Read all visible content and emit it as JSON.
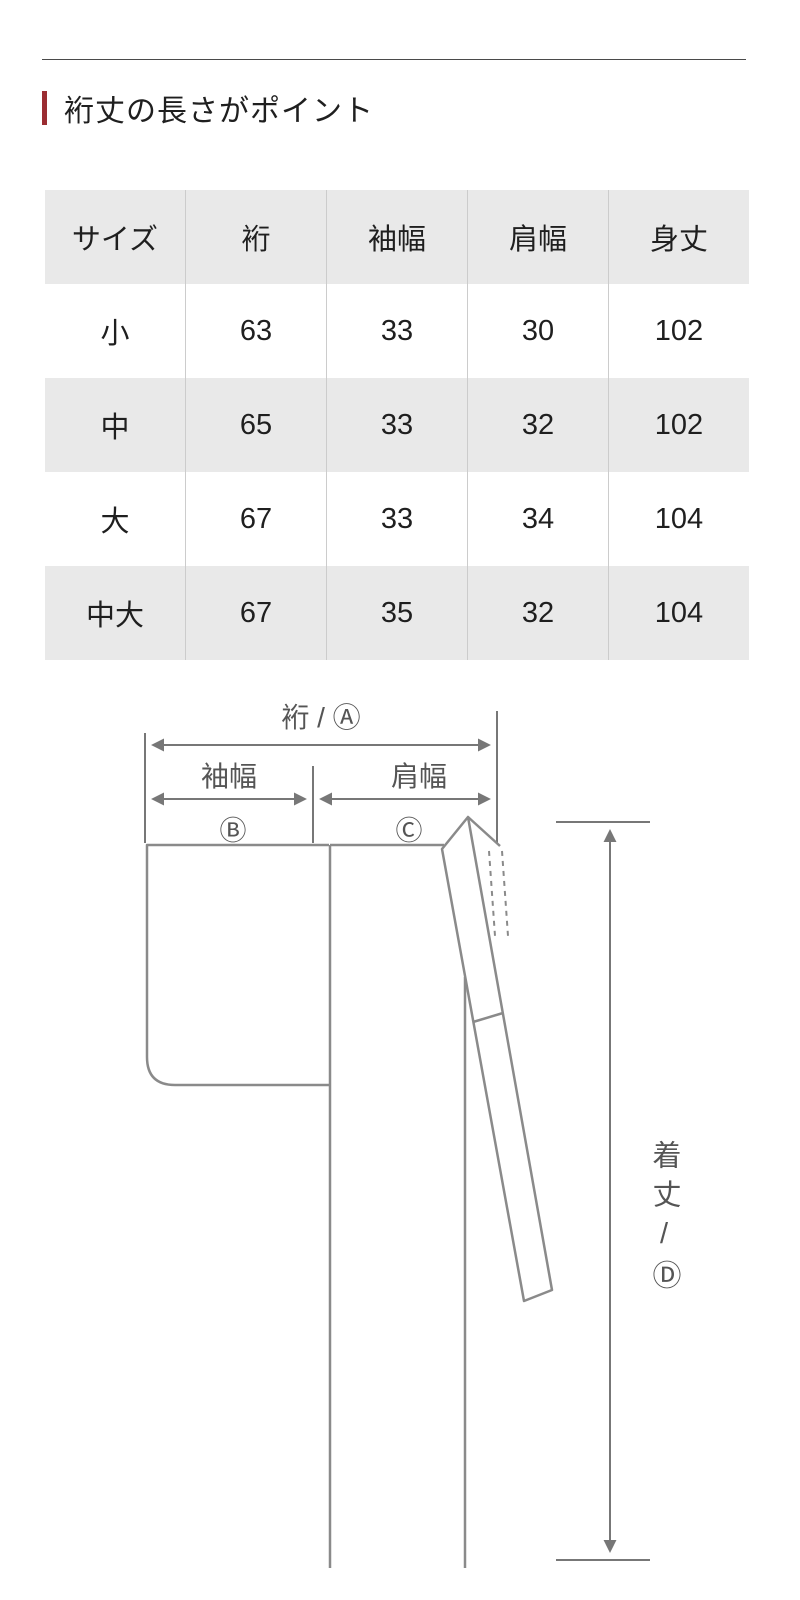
{
  "heading": {
    "title": "裄丈の長さがポイント",
    "accent_color": "#9b2d32"
  },
  "size_table": {
    "columns": [
      "サイズ",
      "裄",
      "袖幅",
      "肩幅",
      "身丈"
    ],
    "rows": [
      [
        "小",
        "63",
        "33",
        "30",
        "102"
      ],
      [
        "中",
        "65",
        "33",
        "32",
        "102"
      ],
      [
        "大",
        "67",
        "33",
        "34",
        "104"
      ],
      [
        "中大",
        "67",
        "35",
        "32",
        "104"
      ]
    ],
    "stripe_color": "#e9e9e9"
  },
  "diagram": {
    "labels": {
      "yuki": "裄 / Ⓐ",
      "sodehaba": "袖幅",
      "sodehaba_mark": "Ⓑ",
      "katahaba": "肩幅",
      "katahaba_mark": "Ⓒ",
      "kitake": "着丈/Ⓓ"
    },
    "line_color": "#8a8a8a"
  }
}
